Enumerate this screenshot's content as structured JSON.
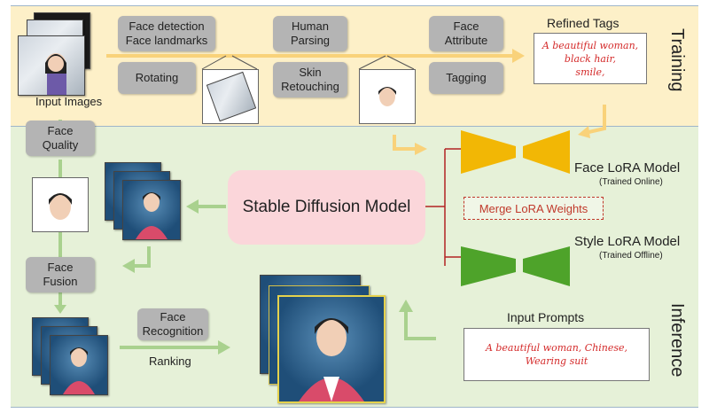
{
  "sections": {
    "training": "Training",
    "inference": "Inference"
  },
  "training": {
    "input_images": "Input Images",
    "face_detection": "Face detection\nFace landmarks",
    "rotating": "Rotating",
    "human_parsing": "Human\nParsing",
    "skin_retouching": "Skin\nRetouching",
    "face_attribute": "Face\nAttribute",
    "tagging": "Tagging",
    "refined_tags_title": "Refined Tags",
    "refined_tags_text": "A beautiful woman,\nblack hair,\nsmile,"
  },
  "inference": {
    "face_quality": "Face\nQuality",
    "face_fusion": "Face\nFusion",
    "face_recognition": "Face\nRecognition",
    "ranking": "Ranking",
    "stable_diffusion": "Stable Diffusion Model",
    "merge_lora": "Merge LoRA Weights",
    "face_lora_title": "Face LoRA Model",
    "face_lora_sub": "(Trained Online)",
    "style_lora_title": "Style LoRA Model",
    "style_lora_sub": "(Trained Offline)",
    "input_prompts_title": "Input Prompts",
    "input_prompts_text": "A beautiful woman, Chinese,\nWearing suit"
  },
  "colors": {
    "training_bg": "#fdf0c8",
    "inference_bg": "#e6f1d8",
    "face_lora": "#f2b705",
    "style_lora": "#4ea32a",
    "arrow_yellow": "#f9d27a",
    "arrow_green": "#a9d18e",
    "connector_red": "#b22222",
    "tag_text": "#d42a2a"
  }
}
